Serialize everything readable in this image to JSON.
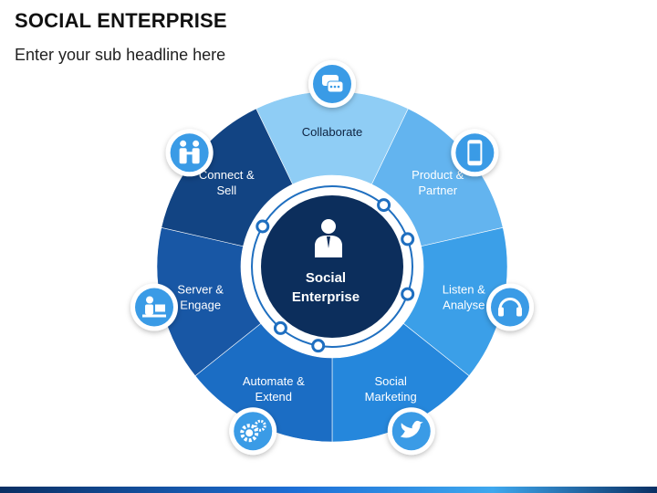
{
  "header": {
    "title": "SOCIAL ENTERPRISE",
    "subtitle": "Enter your sub headline here"
  },
  "center": {
    "line1": "Social",
    "line2": "Enterprise",
    "icon": "businessman-icon"
  },
  "segments": [
    {
      "line1": "Collaborate",
      "line2": "",
      "color": "#8fcdf5",
      "icon": "chat-bubbles-icon"
    },
    {
      "line1": "Product &",
      "line2": "Partner",
      "color": "#63b4ef",
      "icon": "smartphone-icon"
    },
    {
      "line1": "Listen &",
      "line2": "Analyse",
      "color": "#3b9fe8",
      "icon": "headset-icon"
    },
    {
      "line1": "Social",
      "line2": "Marketing",
      "color": "#2587dc",
      "icon": "twitter-bird-icon"
    },
    {
      "line1": "Automate &",
      "line2": "Extend",
      "color": "#1b6dc4",
      "icon": "gears-icon"
    },
    {
      "line1": "Server &",
      "line2": "Engage",
      "color": "#1857a5",
      "icon": "person-laptop-icon"
    },
    {
      "line1": "Connect &",
      "line2": "Sell",
      "color": "#124483",
      "icon": "handshake-people-icon"
    }
  ],
  "colors": {
    "center": "#0c2e5c",
    "ring_accent": "#1f6fc0",
    "icon_bubble": "#3a9be6"
  }
}
